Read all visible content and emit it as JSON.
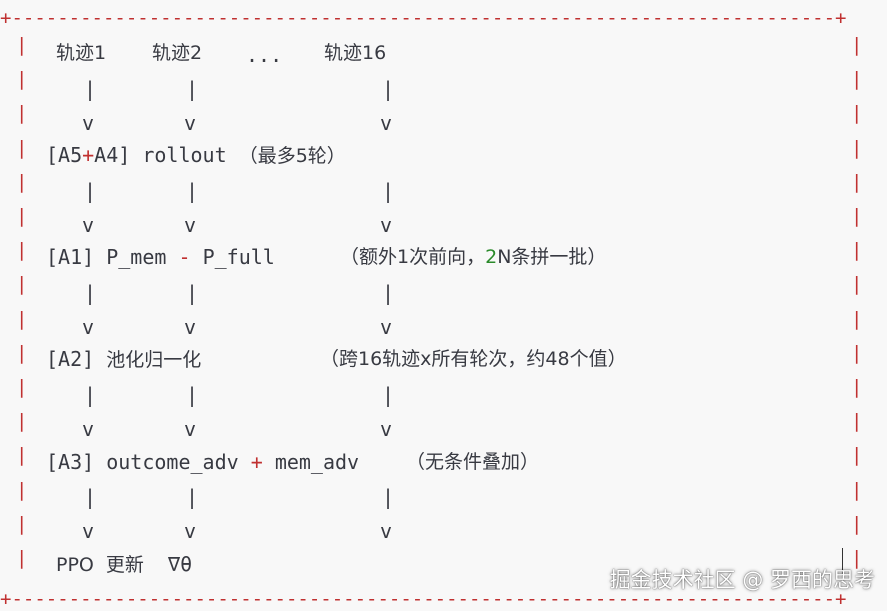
{
  "border": {
    "top": "+------------------------------------------------------------------------+",
    "bottom": "+------------------------------------------------------------------------+"
  },
  "header": {
    "traj1": "轨迹1",
    "traj2": "轨迹2",
    "dots": "...",
    "traj16": "轨迹16"
  },
  "pipe": "|",
  "arrow": "v",
  "steps": {
    "a54": {
      "tag_open": "[A5",
      "plus": "+",
      "tag_close": "A4]",
      "text": "rollout",
      "note": "（最多5轮）"
    },
    "a1": {
      "tag": "[A1]",
      "text_left": "P_mem",
      "minus": "-",
      "text_right": "P_full",
      "note_prefix": "（额外1次前向，",
      "note_num": "2",
      "note_suffix": "N条拼一批）"
    },
    "a2": {
      "tag": "[A2]",
      "text": "池化归一化",
      "note": "（跨16轨迹x所有轮次，约48个值）"
    },
    "a3": {
      "tag": "[A3]",
      "text_left": "outcome_adv",
      "plus": "+",
      "text_right": "mem_adv",
      "note": "（无条件叠加）"
    },
    "ppo": {
      "label": "PPO",
      "update": "更新",
      "grad": "∇θ"
    }
  },
  "watermark": "掘金技术社区 @ 罗西的思考"
}
